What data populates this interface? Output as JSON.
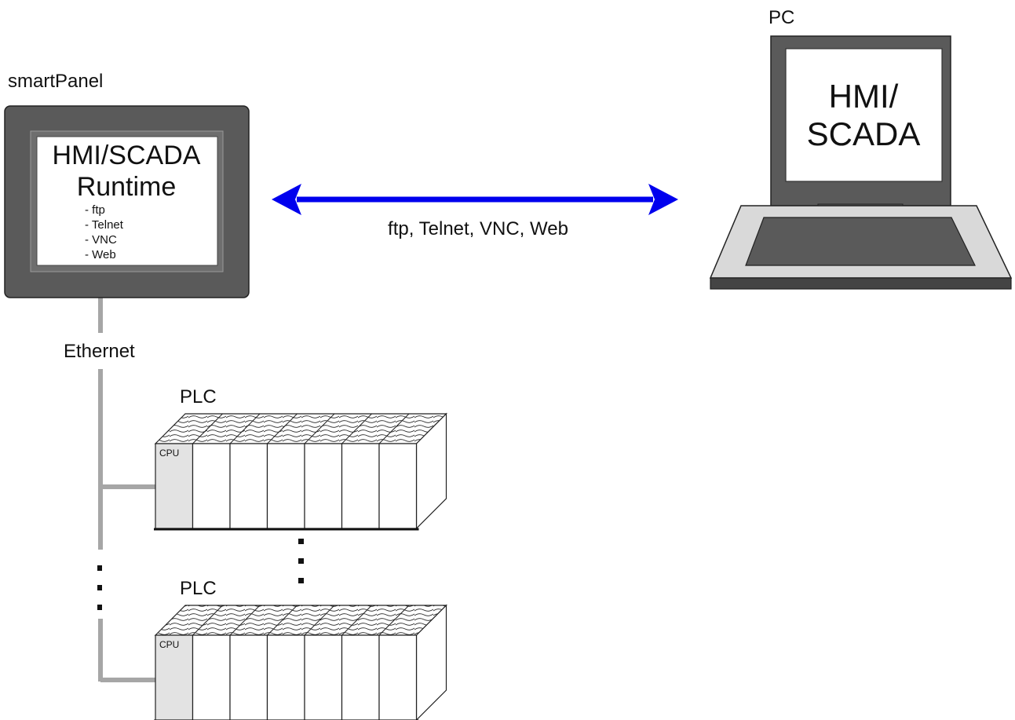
{
  "smartpanel": {
    "label": "smartPanel",
    "screen_line1": "HMI/SCADA",
    "screen_line2": "Runtime",
    "services": [
      "- ftp",
      "- Telnet",
      "- VNC",
      "- Web"
    ]
  },
  "connection": {
    "label": "ftp, Telnet, VNC, Web",
    "color": "#0000ee"
  },
  "pc": {
    "label": "PC",
    "screen_line1": "HMI/",
    "screen_line2": "SCADA"
  },
  "network": {
    "label": "Ethernet",
    "color": "#a6a6a6"
  },
  "plcs": [
    {
      "label": "PLC",
      "cpu_label": "CPU"
    },
    {
      "label": "PLC",
      "cpu_label": "CPU"
    }
  ],
  "colors": {
    "device_dark": "#5a5a5a",
    "device_light": "#d9d9d9",
    "cpu_module": "#e3e3e3"
  }
}
